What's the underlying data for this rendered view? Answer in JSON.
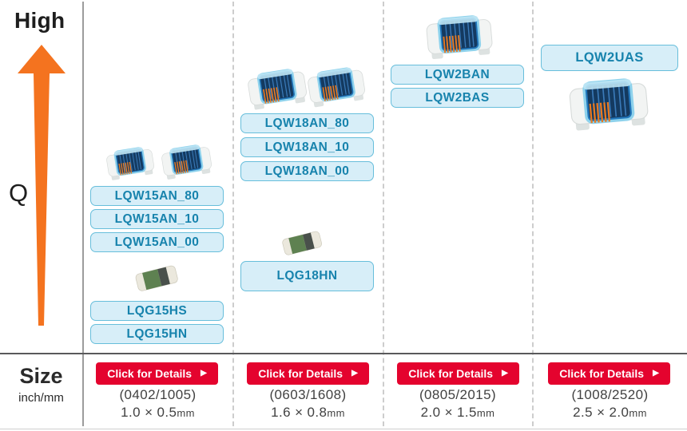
{
  "axis": {
    "y_top_label": "High",
    "y_label": "Q",
    "x_label": "Size",
    "x_unit_label": "inch/mm"
  },
  "icons": {
    "details_arrow": "▶"
  },
  "colors": {
    "arrow_orange": "#f4731f",
    "part_button_bg": "#d7eef8",
    "part_button_border": "#67bedb",
    "part_button_text": "#1783ad",
    "details_button_bg": "#e4032e",
    "details_button_text": "#ffffff"
  },
  "columns": [
    {
      "size_code": "(0402/1005)",
      "size_mm": "1.0 × 0.5",
      "size_unit": "mm",
      "details_label": "Click for Details",
      "parts": [
        "LQW15AN_80",
        "LQW15AN_10",
        "LQW15AN_00",
        "LQG15HS",
        "LQG15HN"
      ]
    },
    {
      "size_code": "(0603/1608)",
      "size_mm": "1.6 × 0.8",
      "size_unit": "mm",
      "details_label": "Click for Details",
      "parts": [
        "LQW18AN_80",
        "LQW18AN_10",
        "LQW18AN_00",
        "LQG18HN"
      ]
    },
    {
      "size_code": "(0805/2015)",
      "size_mm": "2.0 × 1.5",
      "size_unit": "mm",
      "details_label": "Click for Details",
      "parts": [
        "LQW2BAN",
        "LQW2BAS"
      ]
    },
    {
      "size_code": "(1008/2520)",
      "size_mm": "2.5 × 2.0",
      "size_unit": "mm",
      "details_label": "Click for Details",
      "parts": [
        "LQW2UAS"
      ]
    }
  ]
}
